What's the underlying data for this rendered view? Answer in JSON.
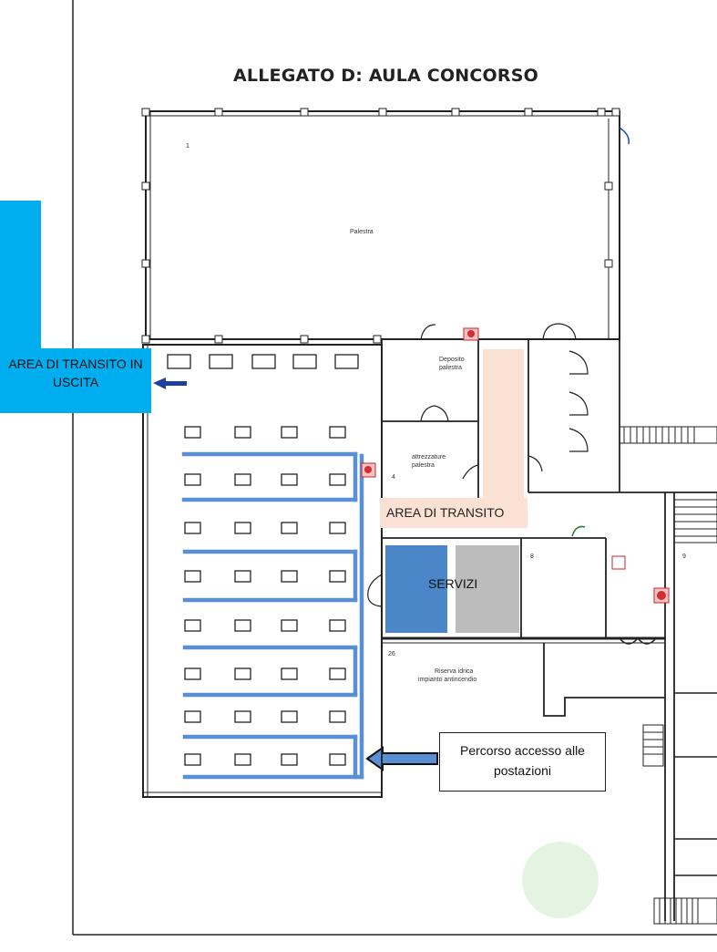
{
  "title": "ALLEGATO D: AULA CONCORSO",
  "labels": {
    "exit_transit": "AREA DI TRANSITO IN USCITA",
    "transit": "AREA DI TRANSITO",
    "servizi": "SERVIZI",
    "route": "Percorso accesso alle postazioni"
  },
  "rooms": {
    "room_1": "1",
    "palestra": "Palestra",
    "deposito_1": "Deposito",
    "deposito_2": "palestra",
    "attrezzature_1": "attrezzature",
    "attrezzature_2": "palestra",
    "room_4": "4",
    "room_8": "8",
    "room_9": "9",
    "room_26": "26",
    "riserva_1": "Riserva idrica",
    "riserva_2": "impianto antincendio"
  },
  "colors": {
    "exit_area": "#00adef",
    "transit_area": "#fbe1d4",
    "route_lines": "#5b8fd4",
    "servizi_blue": "#4a86c8",
    "servizi_grey": "#bcbcbc"
  }
}
